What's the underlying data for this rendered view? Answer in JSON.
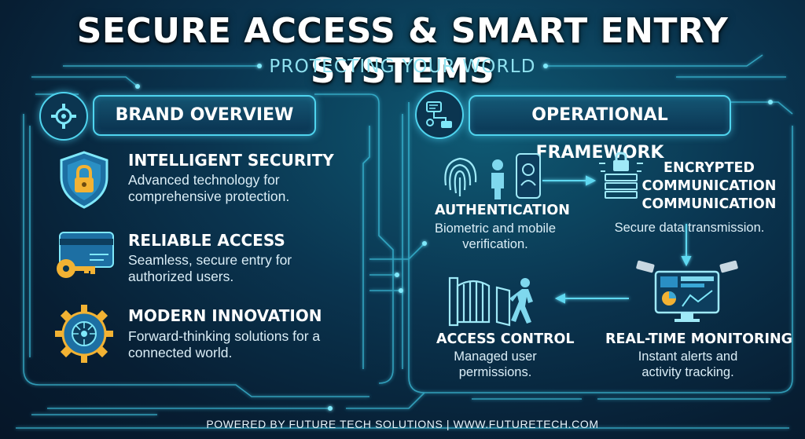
{
  "header": {
    "title": "SECURE ACCESS & SMART ENTRY SYSTEMS",
    "subtitle": "PROTECTING YOUR WORLD"
  },
  "brand_panel": {
    "title": "BRAND OVERVIEW",
    "features": [
      {
        "title": "INTELLIGENT SECURITY",
        "desc_line1": "Advanced technology for",
        "desc_line2": "comprehensive protection.",
        "icon": "shield-lock-icon"
      },
      {
        "title": "RELIABLE ACCESS",
        "desc_line1": "Seamless, secure entry for",
        "desc_line2": "authorized users.",
        "icon": "key-card-icon"
      },
      {
        "title": "MODERN INNOVATION",
        "desc_line1": "Forward-thinking solutions for a",
        "desc_line2": "connected world.",
        "icon": "gear-circuit-icon"
      }
    ]
  },
  "framework_panel": {
    "title": "OPERATIONAL FRAMEWORK",
    "steps": {
      "authentication": {
        "title": "AUTHENTICATION",
        "desc_line1": "Biometric and mobile",
        "desc_line2": "verification.",
        "icon": "fingerprint-icon"
      },
      "encrypted": {
        "title_line1": "ENCRYPTED",
        "title_line2": "COMMUNICATION",
        "title_line3": "COMMUNICATION",
        "desc": "Secure data transmission.",
        "icon": "server-lock-icon"
      },
      "monitoring": {
        "title": "REAL-TIME MONITORING",
        "desc_line1": "Instant alerts and",
        "desc_line2": "activity tracking.",
        "icon": "monitor-cameras-icon"
      },
      "access_control": {
        "title": "ACCESS CONTROL",
        "desc_line1": "Managed user",
        "desc_line2": "permissions.",
        "icon": "gate-person-icon"
      }
    }
  },
  "footer": {
    "text": "POWERED BY FUTURE TECH SOLUTIONS | WWW.FUTURETECH.COM"
  },
  "colors": {
    "accent": "#4fd4ee",
    "background": "#0a3550",
    "lock_gold": "#f2b233"
  }
}
